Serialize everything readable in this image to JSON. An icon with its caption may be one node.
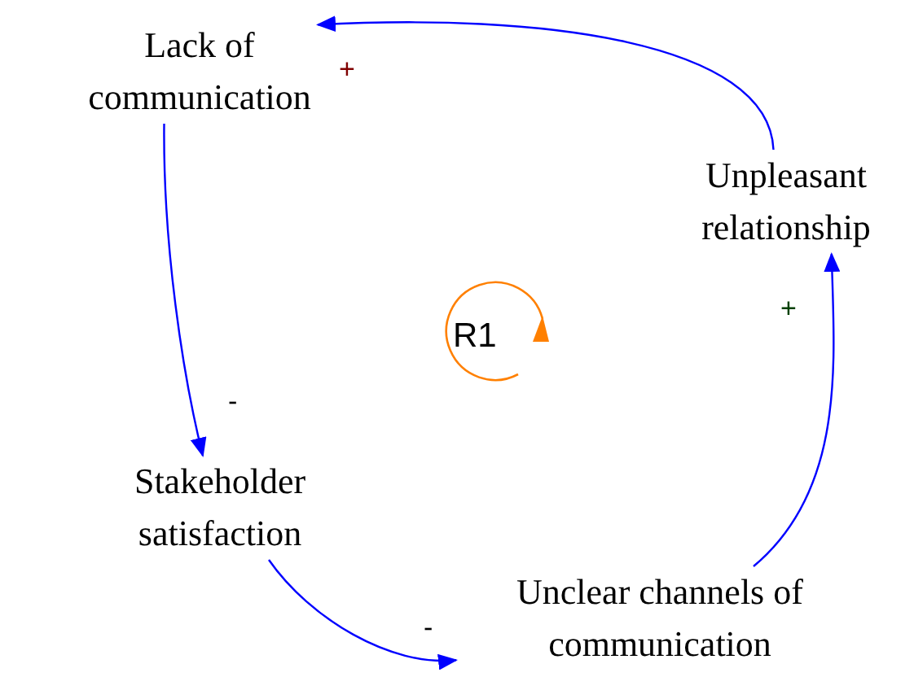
{
  "diagram": {
    "nodes": [
      {
        "text": [
          "Lack of communication"
        ]
      },
      {
        "text": [
          "Unpleasant relationship"
        ]
      },
      {
        "text": [
          "Stakeholder satisfaction"
        ]
      },
      {
        "text": [
          "Unclear channels of communication"
        ]
      }
    ],
    "edges": [
      {
        "from": 1,
        "to": 0,
        "arrow": "to",
        "label": "+"
      },
      {
        "from": 0,
        "to": 2,
        "arrow": "to",
        "label": "-"
      },
      {
        "from": 2,
        "to": 3,
        "arrow": "to",
        "label": "-"
      },
      {
        "from": 3,
        "to": 1,
        "arrow": "to",
        "label": "+"
      }
    ],
    "labels": [
      "R1"
    ]
  }
}
